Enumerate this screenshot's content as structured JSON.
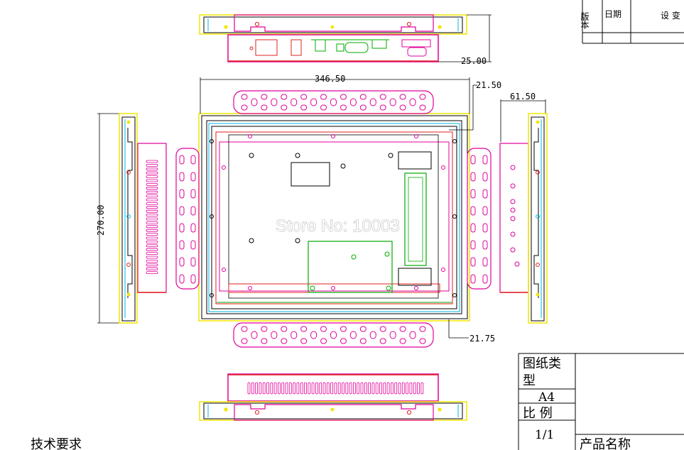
{
  "dimensions": {
    "width": "346.50",
    "height": "270.00",
    "depth": "61.50",
    "bezel_top": "21.50",
    "bezel_bottom": "21.75",
    "thickness": "25.00"
  },
  "title_block_top": {
    "version": "版本",
    "date": "日期",
    "design_change": "设 变"
  },
  "title_block_bottom": {
    "drawing_type": "图纸类型",
    "paper_size": "A4",
    "scale_label": "比 例",
    "scale_value": "1/1",
    "product_name": "产品名称"
  },
  "notes": {
    "tech_requirements": "技术要求"
  },
  "watermark": "Store No: 10003",
  "colors": {
    "outline": "#000000",
    "yellow": "#f2e600",
    "magenta": "#e0009a",
    "red": "#e02020",
    "cyan": "#00b4e6",
    "green": "#00aa00"
  }
}
